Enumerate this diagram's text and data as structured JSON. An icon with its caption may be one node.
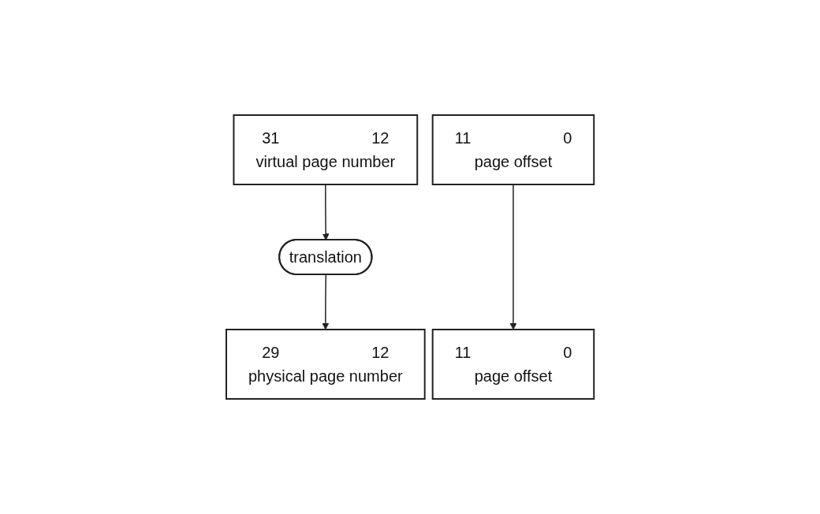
{
  "diagram": {
    "nodes": [
      {
        "text": [
          "31",
          "12",
          "virtual page number"
        ]
      },
      {
        "text": [
          "11",
          "0",
          "page offset"
        ]
      },
      {
        "text": [
          "translation"
        ]
      },
      {
        "text": [
          "29",
          "12",
          "physical page number"
        ]
      },
      {
        "text": [
          "11",
          "0",
          "page offset"
        ]
      }
    ],
    "edges": [
      {
        "from": 0,
        "to": 2,
        "arrow": "to"
      },
      {
        "from": 2,
        "to": 3,
        "arrow": "to"
      },
      {
        "from": 1,
        "to": 4,
        "arrow": "to"
      }
    ]
  }
}
